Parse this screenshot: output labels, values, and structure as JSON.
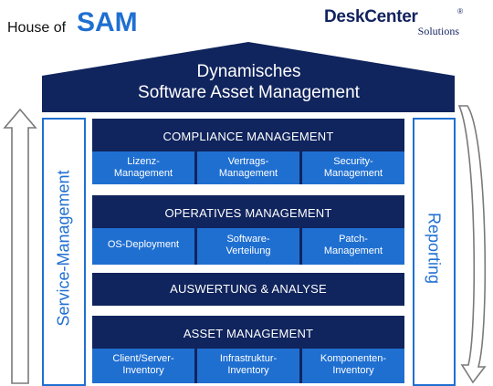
{
  "header": {
    "title_prefix": "House of",
    "title_main": "SAM",
    "logo_main": "DeskCenter",
    "logo_mark": "®",
    "logo_sub": "Solutions"
  },
  "roof": {
    "line1": "Dynamisches",
    "line2": "Software Asset Management"
  },
  "pillars": {
    "left": "Service-Management",
    "right": "Reporting"
  },
  "sections": [
    {
      "title": "COMPLIANCE MANAGEMENT",
      "items": [
        {
          "line1": "Lizenz-",
          "line2": "Management"
        },
        {
          "line1": "Vertrags-",
          "line2": "Management"
        },
        {
          "line1": "Security-",
          "line2": "Management"
        }
      ]
    },
    {
      "title": "OPERATIVES MANAGEMENT",
      "items": [
        {
          "line1": "OS-Deployment",
          "line2": ""
        },
        {
          "line1": "Software-",
          "line2": "Verteilung"
        },
        {
          "line1": "Patch-",
          "line2": "Management"
        }
      ]
    },
    {
      "title": "AUSWERTUNG & ANALYSE",
      "items": []
    },
    {
      "title": "ASSET MANAGEMENT",
      "items": [
        {
          "line1": "Client/Server-",
          "line2": "Inventory"
        },
        {
          "line1": "Infrastruktur-",
          "line2": "Inventory"
        },
        {
          "line1": "Komponenten-",
          "line2": "Inventory"
        }
      ]
    }
  ],
  "colors": {
    "navy": "#10245d",
    "blue": "#1f6fd1",
    "arrow": "#7a7a7a"
  }
}
